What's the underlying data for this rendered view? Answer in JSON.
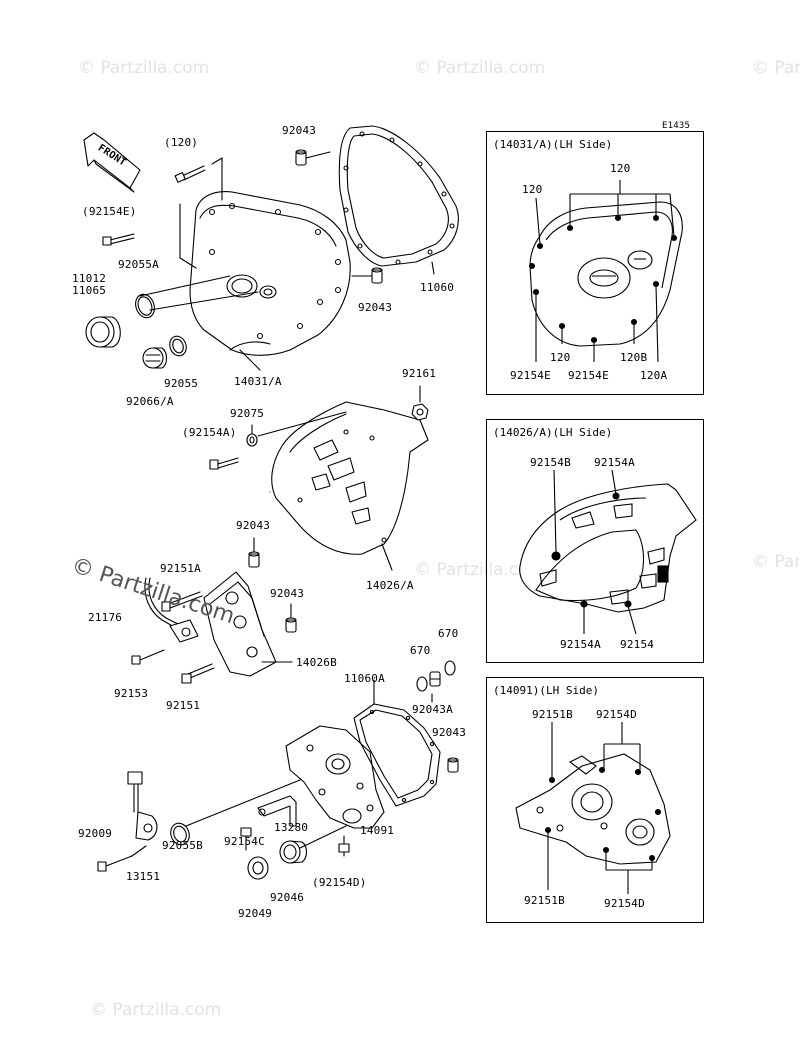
{
  "figure_code": "E1435",
  "watermarks": [
    "© Partzilla.com",
    "© Partzilla.com",
    "© Partzilla.com",
    "© Partzilla.com",
    "© Partzilla.com",
    "© Partzilla.com"
  ],
  "watermark_main": "© Partzilla.com",
  "front_label": "FRONT",
  "parts": {
    "p120_paren": "(120)",
    "p92154E_paren": "(92154E)",
    "p11012": "11012",
    "p11065": "11065",
    "p92055A": "92055A",
    "p92055": "92055",
    "p92066A": "92066/A",
    "p14031A": "14031/A",
    "p92043_top": "92043",
    "p92043_mid": "92043",
    "p11060": "11060",
    "p92161": "92161",
    "p92075": "92075",
    "p92154A_paren": "(92154A)",
    "p14026A": "14026/A",
    "p92043_c": "92043",
    "p92151A": "92151A",
    "p21176": "21176",
    "p92043_d": "92043",
    "p14026B": "14026B",
    "p92153": "92153",
    "p92151": "92151",
    "p670_a": "670",
    "p670_b": "670",
    "p11060A": "11060A",
    "p92043A": "92043A",
    "p92043_e": "92043",
    "p92009": "92009",
    "p13151": "13151",
    "p92055B": "92055B",
    "p92154C": "92154C",
    "p13280": "13280",
    "p14091": "14091",
    "p92154D_paren": "(92154D)",
    "p92046": "92046",
    "p92049": "92049"
  },
  "insets": [
    {
      "title": "(14031/A)(LH Side)",
      "labels": {
        "a": "120",
        "b": "120",
        "c": "92154E",
        "d": "120",
        "e": "92154E",
        "f": "120B",
        "g": "120A"
      }
    },
    {
      "title": "(14026/A)(LH Side)",
      "labels": {
        "a": "92154B",
        "b": "92154A",
        "c": "92154A",
        "d": "92154"
      }
    },
    {
      "title": "(14091)(LH Side)",
      "labels": {
        "a": "92151B",
        "b": "92154D",
        "c": "92151B",
        "d": "92154D"
      }
    }
  ]
}
